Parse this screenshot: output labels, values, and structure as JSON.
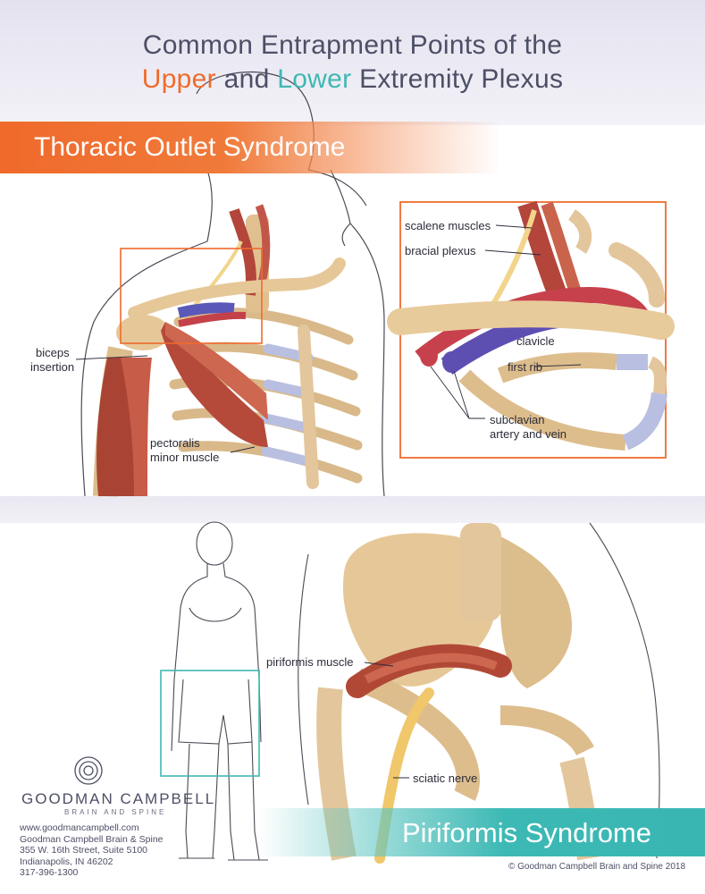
{
  "title": {
    "line1": "Common Entrapment Points of the",
    "upper": "Upper",
    "and": "and",
    "lower": "Lower",
    "rest": "Extremity Plexus"
  },
  "sections": {
    "upper": "Thoracic Outlet Syndrome",
    "lower": "Piriformis Syndrome"
  },
  "labels": {
    "biceps_insertion": [
      "biceps",
      "insertion"
    ],
    "pectoralis": [
      "pectoralis",
      "minor muscle"
    ],
    "scalene": "scalene muscles",
    "bracial": "bracial plexus",
    "clavicle": "clavicle",
    "first_rib": "first rib",
    "subclavian": [
      "subclavian",
      "artery and vein"
    ],
    "piriformis": "piriformis muscle",
    "sciatic": "sciatic nerve"
  },
  "logo": {
    "name": "GOODMAN CAMPBELL",
    "sub": "BRAIN AND SPINE"
  },
  "address": [
    "www.goodmancampbell.com",
    "Goodman Campbell Brain & Spine",
    "355 W. 16th Street, Suite 5100",
    "Indianapolis, IN 46202",
    "317-396-1300"
  ],
  "copyright": "© Goodman Campbell Brain and Spine 2018",
  "colors": {
    "orange": "#ee6b2d",
    "teal": "#3fb8b3",
    "text": "#4d4f66"
  }
}
